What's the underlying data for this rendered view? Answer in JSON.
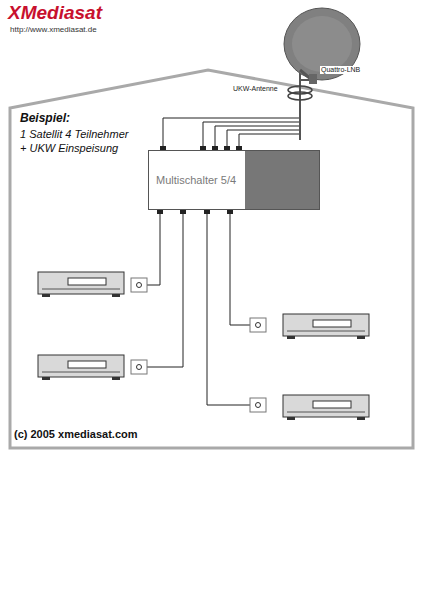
{
  "diagram": {
    "nodes": [
      {
        "text": [
          "Multischalter 5/4"
        ]
      }
    ],
    "labels": [
      "XMediasat",
      "http://www.xmediasat.de",
      "Quattro-LNB",
      "UKW-Antenne",
      "Beispiel:",
      "1 Satellit 4 Teilnehmer",
      "+ UKW Einspeisung",
      "(c) 2005 xmediasat.com"
    ]
  }
}
